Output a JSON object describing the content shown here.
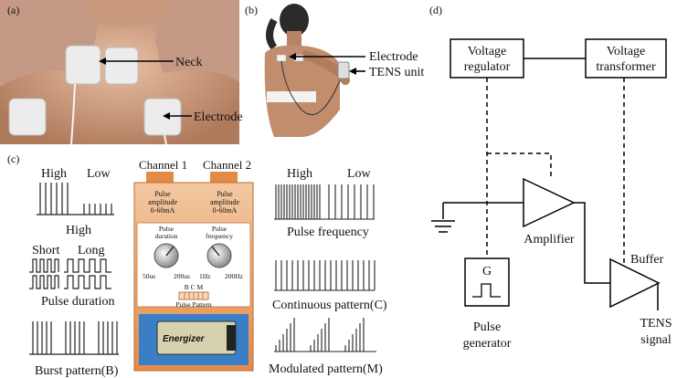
{
  "panel_labels": {
    "a": "(a)",
    "b": "(b)",
    "c": "(c)",
    "d": "(d)"
  },
  "panel_a": {
    "neck_label": "Neck",
    "electrode_label": "Electrode"
  },
  "panel_b": {
    "electrode_label": "Electrode",
    "tens_unit_label": "TENS unit"
  },
  "panel_c": {
    "left": {
      "high_label": "High",
      "low_label": "Low",
      "amplitude_caption": "High",
      "short_label": "Short",
      "long_label": "Long",
      "duration_caption": "Pulse duration",
      "burst_caption": "Burst pattern(B)"
    },
    "device": {
      "channel1": "Channel 1",
      "channel2": "Channel 2",
      "amp1_line1": "Pulse",
      "amp1_line2": "amplitude",
      "amp1_line3": "0-60mA",
      "amp2_line1": "Pulse",
      "amp2_line2": "amplitude",
      "amp2_line3": "0-60mA",
      "knob1_line1": "Pulse",
      "knob1_line2": "duration",
      "knob1_min": "50us",
      "knob1_max": "200us",
      "knob2_line1": "Pulse",
      "knob2_line2": "frequency",
      "knob2_min": "1Hz",
      "knob2_max": "200Hz",
      "bcm_label": "B C M",
      "pattern_label": "Pulse Pattern",
      "battery_brand": "Energizer"
    },
    "right": {
      "high_label": "High",
      "low_label": "Low",
      "frequency_caption": "Pulse frequency",
      "continuous_caption": "Continuous pattern(C)",
      "modulated_caption": "Modulated pattern(M)"
    }
  },
  "panel_d": {
    "voltage_regulator_line1": "Voltage",
    "voltage_regulator_line2": "regulator",
    "voltage_transformer_line1": "Voltage",
    "voltage_transformer_line2": "transformer",
    "amplifier_label": "Amplifier",
    "buffer_label": "Buffer",
    "generator_symbol": "G",
    "pulse_generator_line1": "Pulse",
    "pulse_generator_line2": "generator",
    "tens_signal_line1": "TENS",
    "tens_signal_line2": "signal"
  },
  "colors": {
    "skin": "#d9ab8c",
    "pad": "#e6e6e6",
    "device_body": "#e79a5a",
    "device_top": "#f1c9a4",
    "battery_blue": "#3a7fc6"
  }
}
